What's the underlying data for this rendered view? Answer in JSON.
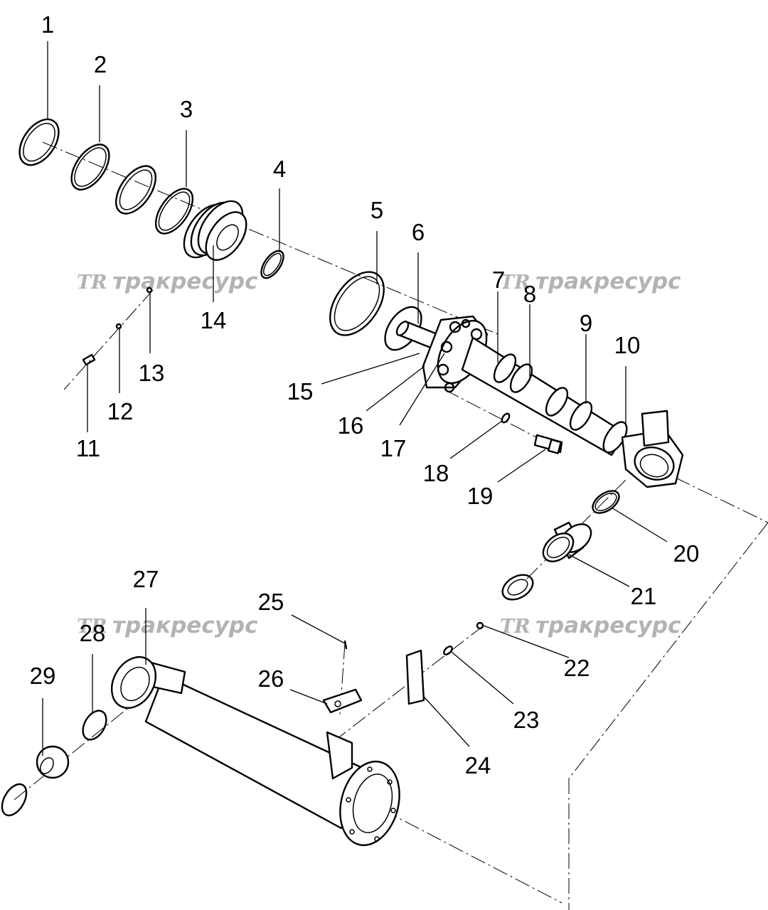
{
  "callouts": [
    "1",
    "2",
    "3",
    "4",
    "5",
    "6",
    "7",
    "8",
    "9",
    "10",
    "11",
    "12",
    "13",
    "14",
    "15",
    "16",
    "17",
    "18",
    "19",
    "20",
    "21",
    "22",
    "23",
    "24",
    "25",
    "26",
    "27",
    "28",
    "29"
  ],
  "watermark": {
    "logo": "TR",
    "text": "тракресурс"
  }
}
